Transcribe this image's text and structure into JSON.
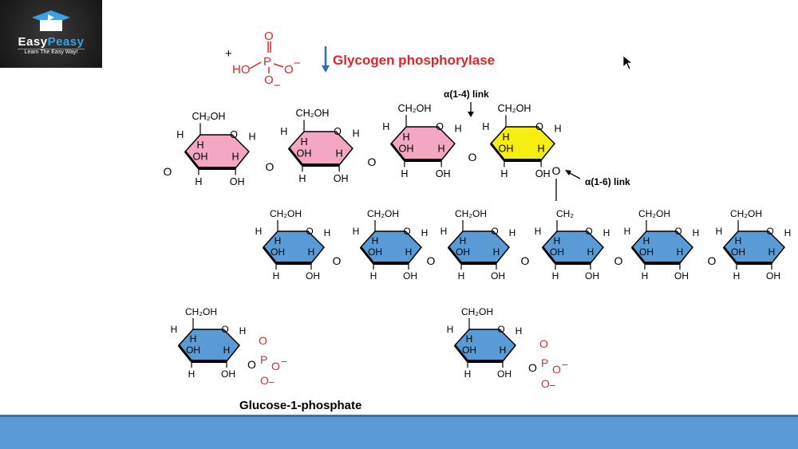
{
  "logo": {
    "brand_a": "Easy",
    "brand_b": "Peasy",
    "tagline": "Learn The Easy Way!"
  },
  "enzyme": {
    "label": "Glycogen phosphorylase",
    "color": "#e0232b",
    "arrow_color": "#2e6db4"
  },
  "phosphate": {
    "plus": "+",
    "ho": "HO",
    "p": "P",
    "o": "O",
    "minus": "−",
    "color": "#d42a2a"
  },
  "links": {
    "a14": "α(1-4) link",
    "a16": "α(1-6) link"
  },
  "product_label": "Glucose-1-phosphate",
  "ring_labels": {
    "ch2oh": "CH₂OH",
    "ch2": "CH₂",
    "h": "H",
    "oh": "OH",
    "o": "O"
  },
  "colors": {
    "pink": "#f4a7c3",
    "yellow": "#f5ee10",
    "blue": "#5b9bd5",
    "footer": "#5b9bd5"
  }
}
